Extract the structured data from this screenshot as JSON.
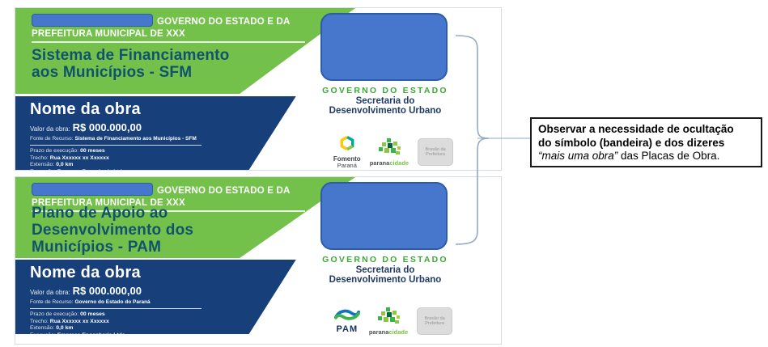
{
  "colors": {
    "sign_green": "#73c14a",
    "panel_navy": "#173f7a",
    "flag_blue": "#4677cd",
    "title_teal": "#11536f",
    "governo_green": "#3caa36",
    "secretaria_navy": "#203a64"
  },
  "signs": [
    {
      "header": {
        "line1": "GOVERNO DO ESTADO E DA",
        "line2": "PREFEITURA MUNICIPAL DE XXX"
      },
      "title_lines": [
        "Sistema de Financiamento",
        "aos Municípios - SFM"
      ],
      "work": {
        "name": "Nome da obra",
        "valor_label": "Valor da obra:",
        "valor_value": "R$ 000.000,00",
        "fonte_label": "Fonte de Recurso:",
        "fonte_value": "Sistema de Financiamento aos Municípios - SFM",
        "rows": [
          {
            "label": "Prazo de execução:",
            "value": "00 meses"
          },
          {
            "label": "Trecho:",
            "value": "Rua Xxxxxx xx Xxxxxx"
          },
          {
            "label": "Extensão:",
            "value": "0,0 km"
          },
          {
            "label": "Execução:",
            "value": "Empresa Engenharia Ltda."
          }
        ]
      },
      "right": {
        "governo": "GOVERNO DO ESTADO",
        "secretaria_line1": "Secretaria do",
        "secretaria_line2": "Desenvolvimento Urbano"
      },
      "logos": {
        "fomento_line1": "Fomento",
        "fomento_line2": "Paraná",
        "paranacidade_part1": "parana",
        "paranacidade_part2": "cidade",
        "brasao_line1": "Brasão da",
        "brasao_line2": "Prefeitura"
      }
    },
    {
      "header": {
        "line1": "GOVERNO DO ESTADO E DA",
        "line2": "PREFEITURA MUNICIPAL DE XXX"
      },
      "title_lines": [
        "Plano de Apoio ao",
        "Desenvolvimento dos",
        "Municípios - PAM"
      ],
      "work": {
        "name": "Nome da obra",
        "valor_label": "Valor da obra:",
        "valor_value": "R$ 000.000,00",
        "fonte_label": "Fonte de Recurso:",
        "fonte_value": "Governo do Estado do Paraná",
        "rows": [
          {
            "label": "Prazo de execução:",
            "value": "00 meses"
          },
          {
            "label": "Trecho:",
            "value": "Rua Xxxxxx xx Xxxxxx"
          },
          {
            "label": "Extensão:",
            "value": "0,0 km"
          },
          {
            "label": "Execução:",
            "value": "Empresa Engenharia Ltda."
          }
        ]
      },
      "right": {
        "governo": "GOVERNO DO ESTADO",
        "secretaria_line1": "Secretaria do",
        "secretaria_line2": "Desenvolvimento Urbano"
      },
      "logos": {
        "pam_label": "PAM",
        "paranacidade_part1": "parana",
        "paranacidade_part2": "cidade",
        "brasao_line1": "Brasão da",
        "brasao_line2": "Prefeitura"
      }
    }
  ],
  "note": {
    "line1": "Observar a necessidade de ocultação",
    "line2": "do símbolo (bandeira) e dos dizeres",
    "line3_italic": "“mais uma obra”",
    "line3_rest": " das Placas de Obra."
  }
}
